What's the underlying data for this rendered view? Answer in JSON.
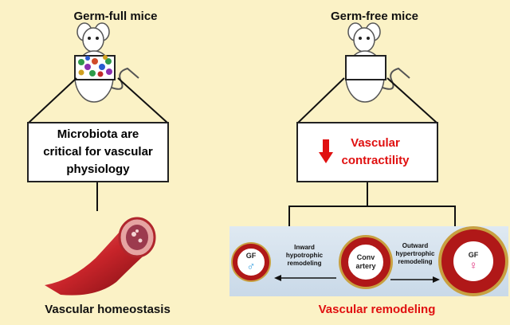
{
  "left": {
    "title": "Germ-full mice",
    "box_lines": [
      "Microbiota are",
      "critical for vascular",
      "physiology"
    ],
    "bottom_label": "Vascular homeostasis"
  },
  "right": {
    "title": "Germ-free mice",
    "box_lines": [
      "Vascular",
      "contractility"
    ],
    "bottom_label": "Vascular remodeling",
    "remodeling": {
      "left_circle": {
        "label": "GF",
        "symbol": "♂"
      },
      "center_circle": {
        "line1": "Conv",
        "line2": "artery"
      },
      "right_circle": {
        "label": "GF",
        "symbol": "♀"
      },
      "inward_lines": [
        "Inward",
        "hypotrophic",
        "remodeling"
      ],
      "outward_lines": [
        "Outward",
        "hypertrophic",
        "remodeling"
      ]
    }
  },
  "colors": {
    "background": "#fbf2c6",
    "accent_red": "#e01010",
    "male_blue": "#3aa0e0",
    "female_pink": "#e0307c",
    "ring_red": "#b01818",
    "ring_gold": "#c8a040"
  }
}
